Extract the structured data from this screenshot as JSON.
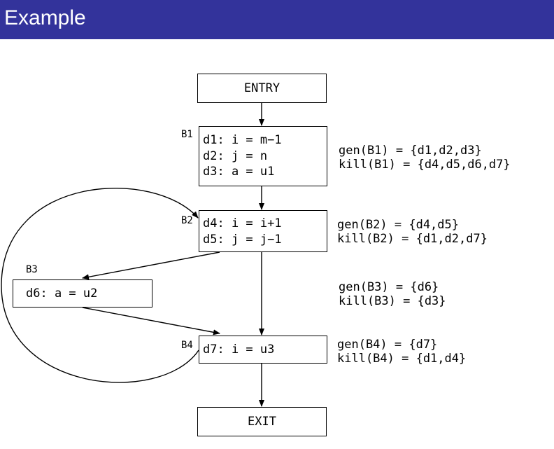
{
  "slide": {
    "title": "Example"
  },
  "nodes": {
    "entry": {
      "label": "ENTRY"
    },
    "b1": {
      "name": "B1",
      "lines": [
        "d1: i = m−1",
        "d2: j = n",
        "d3: a = u1"
      ]
    },
    "b2": {
      "name": "B2",
      "lines": [
        "d4: i = i+1",
        "d5: j = j−1"
      ]
    },
    "b3": {
      "name": "B3",
      "lines": [
        "d6: a = u2"
      ]
    },
    "b4": {
      "name": "B4",
      "lines": [
        "d7: i = u3"
      ]
    },
    "exit": {
      "label": "EXIT"
    }
  },
  "sets": {
    "b1": {
      "gen": "gen(B1) = {d1,d2,d3}",
      "kill": "kill(B1) = {d4,d5,d6,d7}"
    },
    "b2": {
      "gen": "gen(B2) = {d4,d5}",
      "kill": "kill(B2) = {d1,d2,d7}"
    },
    "b3": {
      "gen": "gen(B3) = {d6}",
      "kill": "kill(B3) = {d3}"
    },
    "b4": {
      "gen": "gen(B4) = {d7}",
      "kill": "kill(B4) = {d1,d4}"
    }
  },
  "colors": {
    "title_bar": "#33339b",
    "title_text": "#ffffff"
  }
}
